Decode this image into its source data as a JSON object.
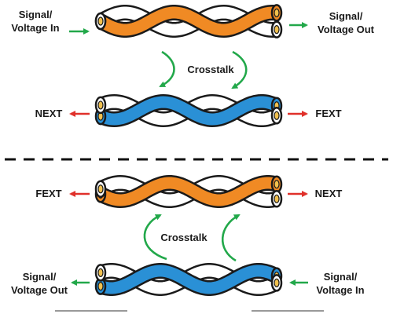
{
  "top_panel": {
    "input_label_line1": "Signal/",
    "input_label_line2": "Voltage In",
    "output_label_line1": "Signal/",
    "output_label_line2": "Voltage Out",
    "crosstalk_label": "Crosstalk",
    "left_end_label": "NEXT",
    "right_end_label": "FEXT"
  },
  "bottom_panel": {
    "left_end_label": "FEXT",
    "right_end_label": "NEXT",
    "crosstalk_label": "Crosstalk",
    "output_label_line1": "Signal/",
    "output_label_line2": "Voltage Out",
    "input_label_line1": "Signal/",
    "input_label_line2": "Voltage In"
  },
  "colors": {
    "disturbing_pair": "#f08a24",
    "victim_pair": "#2a90d6",
    "wire_outline": "#1a1a1a",
    "copper_core": "#f2c14e",
    "signal_arrow": "#22a84a",
    "crosstalk_arrow": "#22a84a",
    "noise_arrow": "#e0302a",
    "divider": "#111111"
  }
}
